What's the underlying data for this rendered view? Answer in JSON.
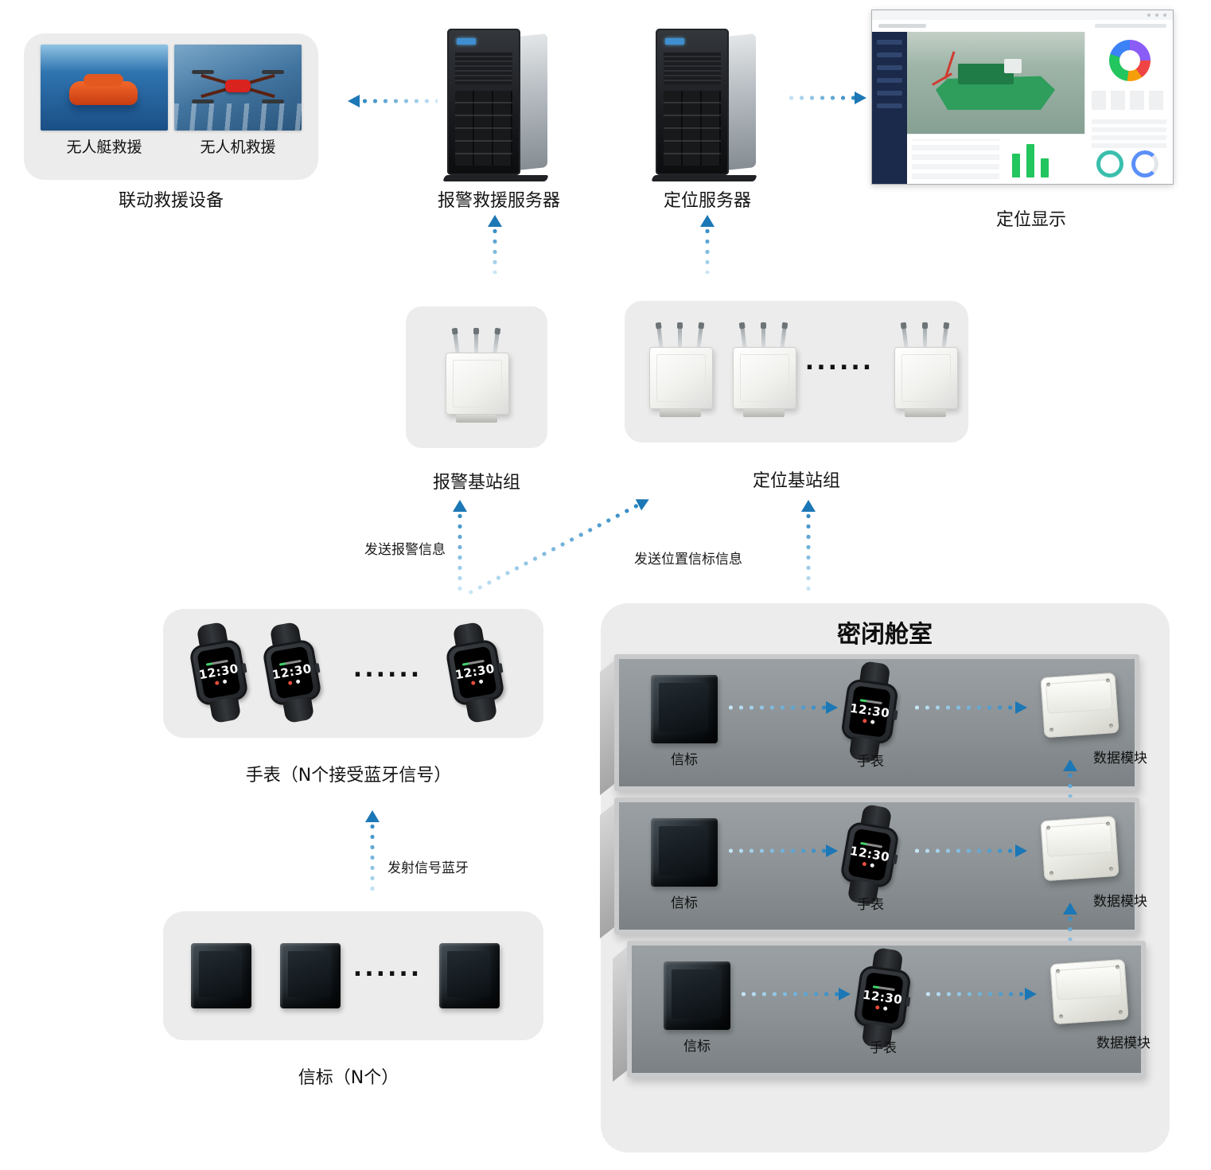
{
  "rescue": {
    "label": "联动救援设备",
    "boat_caption": "无人艇救援",
    "drone_caption": "无人机救援"
  },
  "alarm_server": {
    "label": "报警救援服务器"
  },
  "location_server": {
    "label": "定位服务器"
  },
  "display": {
    "label": "定位显示"
  },
  "alarm_station": {
    "label": "报警基站组"
  },
  "location_station": {
    "label": "定位基站组",
    "ellipsis": "······"
  },
  "watch_group": {
    "label": "手表（N个接受蓝牙信号）",
    "ellipsis": "······"
  },
  "beacon_group": {
    "label": "信标（N个）",
    "ellipsis": "······"
  },
  "watch": {
    "time": "12:30"
  },
  "cabin": {
    "title": "密闭舱室",
    "rows": [
      {
        "beacon": "信标",
        "watch": "手表",
        "module": "数据模块"
      },
      {
        "beacon": "信标",
        "watch": "手表",
        "module": "数据模块"
      },
      {
        "beacon": "信标",
        "watch": "手表",
        "module": "数据模块"
      }
    ]
  },
  "edges": {
    "send_alarm": "发送报警信息",
    "send_position": "发送位置信标信息",
    "send_bluetooth": "发射信号蓝牙"
  },
  "colors": {
    "arrow_tail": "#cde9f8",
    "arrow_tip": "#2b86c2",
    "arrow_head": "#1b77b6",
    "box_bg": "#ececec",
    "panel_gray": "#8b9194"
  }
}
